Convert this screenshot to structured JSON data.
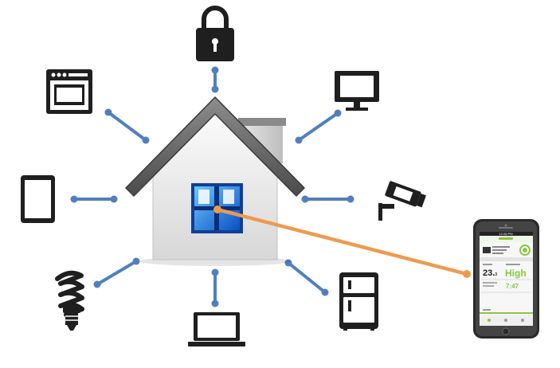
{
  "diagram": {
    "connector_color": "#4f7fbf",
    "link_color": "#ee9a4d",
    "device_color": "#1f1f1f",
    "devices": [
      {
        "name": "lock-icon"
      },
      {
        "name": "monitor-icon"
      },
      {
        "name": "security-camera-icon"
      },
      {
        "name": "refrigerator-icon"
      },
      {
        "name": "laptop-icon"
      },
      {
        "name": "light-bulb-icon"
      },
      {
        "name": "tablet-icon"
      },
      {
        "name": "oven-icon"
      }
    ]
  },
  "phone": {
    "status_time": "12:08 PM",
    "temperature_value": "23.",
    "temperature_unit": "3",
    "setting_label": "High",
    "time_value": "7:47"
  }
}
